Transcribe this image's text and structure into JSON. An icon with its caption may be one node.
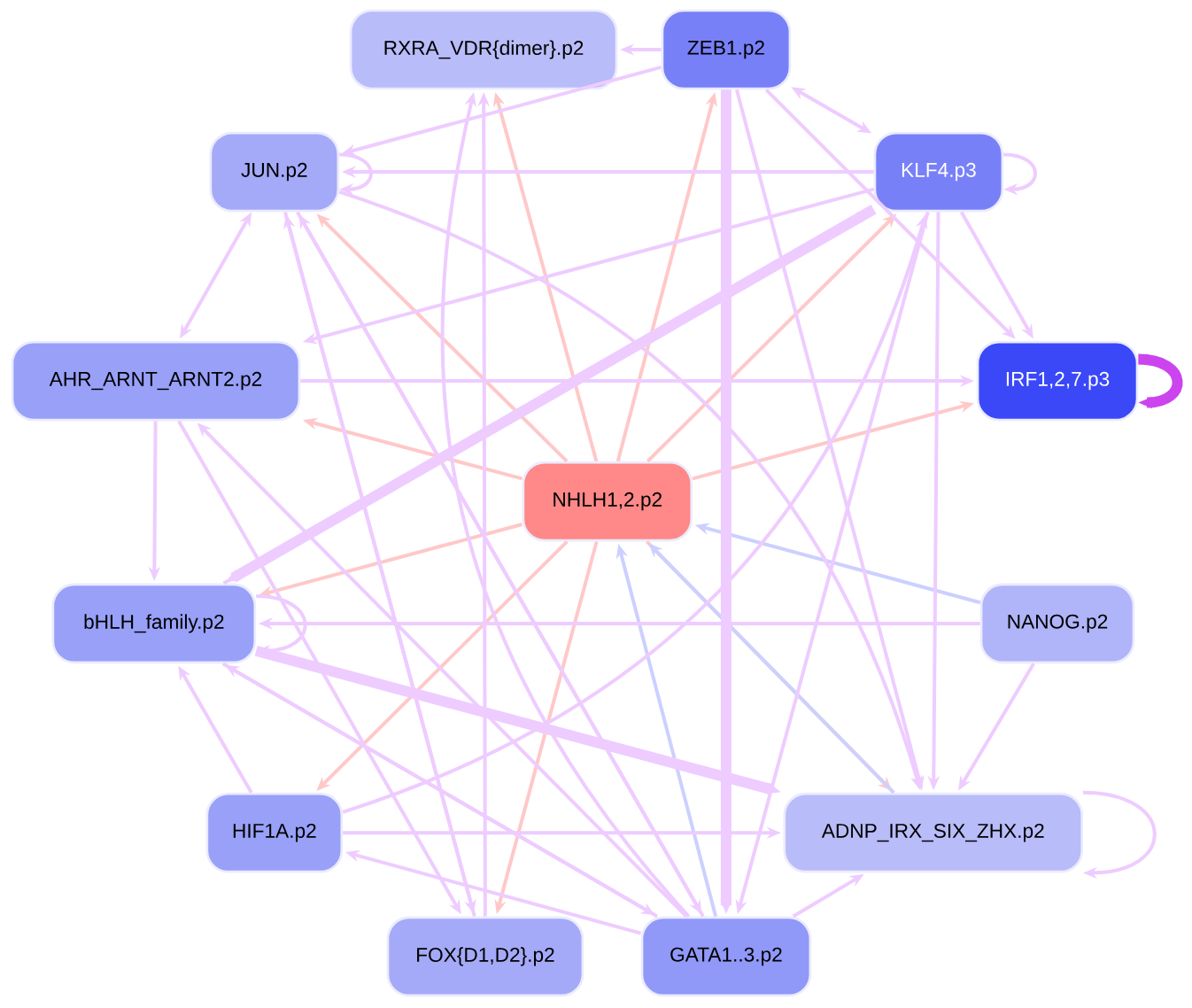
{
  "diagram": {
    "nodes": [
      {
        "text": [
          "RXRA_VDR{dimer}.p2"
        ]
      },
      {
        "text": [
          "ZEB1.p2"
        ]
      },
      {
        "text": [
          "JUN.p2"
        ]
      },
      {
        "text": [
          "KLF4.p3"
        ]
      },
      {
        "text": [
          "AHR_ARNT_ARNT2.p2"
        ]
      },
      {
        "text": [
          "IRF1,2,7.p3"
        ]
      },
      {
        "text": [
          "NHLH1,2.p2"
        ]
      },
      {
        "text": [
          "bHLH_family.p2"
        ]
      },
      {
        "text": [
          "NANOG.p2"
        ]
      },
      {
        "text": [
          "HIF1A.p2"
        ]
      },
      {
        "text": [
          "ADNP_IRX_SIX_ZHX.p2"
        ]
      },
      {
        "text": [
          "FOX{D1,D2}.p2"
        ]
      },
      {
        "text": [
          "GATA1..3.p2"
        ]
      }
    ],
    "edges": [
      {
        "from": 6,
        "to": 0,
        "arrow": "to",
        "color": "#ffc8c8"
      },
      {
        "from": 6,
        "to": 1,
        "arrow": "to",
        "color": "#ffc8c8"
      },
      {
        "from": 6,
        "to": 2,
        "arrow": "to",
        "color": "#ffc8c8"
      },
      {
        "from": 6,
        "to": 3,
        "arrow": "to",
        "color": "#ffc8c8"
      },
      {
        "from": 6,
        "to": 4,
        "arrow": "to",
        "color": "#ffc8c8"
      },
      {
        "from": 6,
        "to": 5,
        "arrow": "to",
        "color": "#ffc8c8"
      },
      {
        "from": 6,
        "to": 7,
        "arrow": "to",
        "color": "#ffc8c8"
      },
      {
        "from": 6,
        "to": 9,
        "arrow": "to",
        "color": "#ffc8c8"
      },
      {
        "from": 6,
        "to": 11,
        "arrow": "to",
        "color": "#ffc8c8"
      },
      {
        "from": 6,
        "to": 10,
        "arrow": "to",
        "color": "#ffc8c8"
      },
      {
        "from": 8,
        "to": 6,
        "arrow": "to",
        "color": "#ccd0ff"
      },
      {
        "from": 12,
        "to": 6,
        "arrow": "to",
        "color": "#ccd0ff"
      },
      {
        "from": 10,
        "to": 6,
        "arrow": "to",
        "color": "#ccd0ff"
      },
      {
        "from": 2,
        "to": 2,
        "arrow": "to"
      },
      {
        "from": 3,
        "to": 3,
        "arrow": "to"
      },
      {
        "from": 5,
        "to": 5,
        "arrow": "to",
        "color": "#cc44ee",
        "style": "thick"
      },
      {
        "from": 7,
        "to": 7,
        "arrow": "to"
      },
      {
        "from": 10,
        "to": 10,
        "arrow": "to"
      },
      {
        "from": 1,
        "to": 0,
        "arrow": "to"
      },
      {
        "from": 1,
        "to": 3,
        "arrow": "both"
      },
      {
        "from": 3,
        "to": 5,
        "arrow": "to"
      },
      {
        "from": 1,
        "to": 5,
        "arrow": "to"
      },
      {
        "from": 3,
        "to": 12,
        "arrow": "to"
      },
      {
        "from": 3,
        "to": 10,
        "arrow": "to"
      },
      {
        "from": 1,
        "to": 12,
        "arrow": "to",
        "style": "thick"
      },
      {
        "from": 1,
        "to": 10,
        "arrow": "to"
      },
      {
        "from": 2,
        "to": 4,
        "arrow": "both"
      },
      {
        "from": 4,
        "to": 7,
        "arrow": "to"
      },
      {
        "from": 3,
        "to": 4,
        "arrow": "to"
      },
      {
        "from": 3,
        "to": 2,
        "arrow": "to"
      },
      {
        "from": 1,
        "to": 2,
        "arrow": "to"
      },
      {
        "from": 3,
        "to": 7,
        "arrow": "to",
        "style": "thick"
      },
      {
        "from": 12,
        "to": 2,
        "arrow": "to"
      },
      {
        "from": 11,
        "to": 2,
        "arrow": "to"
      },
      {
        "from": 12,
        "to": 0,
        "arrow": "to"
      },
      {
        "from": 11,
        "to": 0,
        "arrow": "to"
      },
      {
        "from": 9,
        "to": 3,
        "arrow": "to"
      },
      {
        "from": 7,
        "to": 3,
        "arrow": "to"
      },
      {
        "from": 4,
        "to": 5,
        "arrow": "to"
      },
      {
        "from": 9,
        "to": 10,
        "arrow": "to"
      },
      {
        "from": 12,
        "to": 9,
        "arrow": "to"
      },
      {
        "from": 12,
        "to": 7,
        "arrow": "to"
      },
      {
        "from": 12,
        "to": 4,
        "arrow": "to"
      },
      {
        "from": 8,
        "to": 7,
        "arrow": "to"
      },
      {
        "from": 8,
        "to": 10,
        "arrow": "to"
      },
      {
        "from": 2,
        "to": 10,
        "arrow": "to"
      },
      {
        "from": 2,
        "to": 11,
        "arrow": "to"
      },
      {
        "from": 2,
        "to": 12,
        "arrow": "to"
      },
      {
        "from": 7,
        "to": 10,
        "arrow": "to",
        "style": "thick"
      },
      {
        "from": 7,
        "to": 12,
        "arrow": "to"
      },
      {
        "from": 9,
        "to": 7,
        "arrow": "to"
      },
      {
        "from": 4,
        "to": 11,
        "arrow": "to"
      },
      {
        "from": 12,
        "to": 10,
        "arrow": "to"
      }
    ]
  }
}
